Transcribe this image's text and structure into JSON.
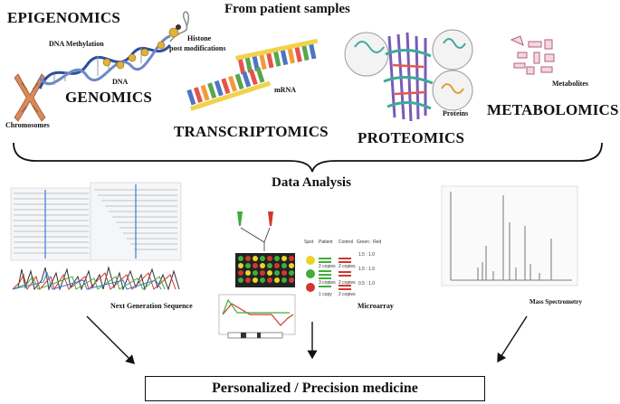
{
  "title": "From patient samples",
  "omics": {
    "epigenomics": "EPIGENOMICS",
    "genomics": "GENOMICS",
    "transcriptomics": "TRANSCRIPTOMICS",
    "proteomics": "PROTEOMICS",
    "metabolomics": "METABOLOMICS"
  },
  "labels": {
    "dna_methylation": "DNA Methylation",
    "dna": "DNA",
    "histone_line1": "Histone",
    "histone_line2": "post modifications",
    "chromosomes": "Chromosomes",
    "mrna": "mRNA",
    "proteins": "Proteins",
    "metabolites": "Metabolites"
  },
  "analysis": {
    "title": "Data Analysis",
    "ngs": "Next Generation Sequence",
    "microarray": "Microarray",
    "mass_spec": "Mass Spectrometry"
  },
  "microarray_table": {
    "headers": [
      "Spot",
      "Patient",
      "Control",
      "Green : Red"
    ],
    "rows": [
      {
        "patient": "2 copies",
        "control": "2 copies",
        "ratio": "1.5 : 1.0"
      },
      {
        "patient": "3 copies",
        "control": "2 copies",
        "ratio": "1.5 : 1.0"
      },
      {
        "patient": "1 copy",
        "control": "2 copies",
        "ratio": "0.5 : 1.0"
      }
    ]
  },
  "outcome": "Personalized / Precision medicine",
  "colors": {
    "dna_helix": "#2b4f9c",
    "chromosome": "#d9895a",
    "array_green": "#3fae3a",
    "array_red": "#d2372d",
    "array_yellow": "#e8d52a",
    "protein_teal": "#3fa99b",
    "metabolite": "#b06080"
  }
}
